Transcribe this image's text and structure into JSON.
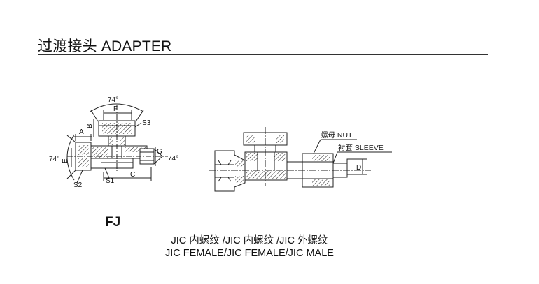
{
  "header": {
    "title": "过渡接头 ADAPTER"
  },
  "model": {
    "code": "FJ"
  },
  "description": {
    "line_cn": "JIC 内螺纹 /JIC 内螺纹 /JIC 外螺纹",
    "line_en": "JIC FEMALE/JIC FEMALE/JIC MALE"
  },
  "dimension_labels": {
    "angle_top": "74°",
    "angle_left": "74°",
    "angle_right": "74°",
    "F": "F",
    "B": "B",
    "S3": "S3",
    "A": "A",
    "E": "E",
    "G": "G",
    "S2": "S2",
    "S1": "S1",
    "C": "C",
    "D": "D"
  },
  "callouts": {
    "nut": "螺母 NUT",
    "sleeve": "衬套 SLEEVE"
  }
}
